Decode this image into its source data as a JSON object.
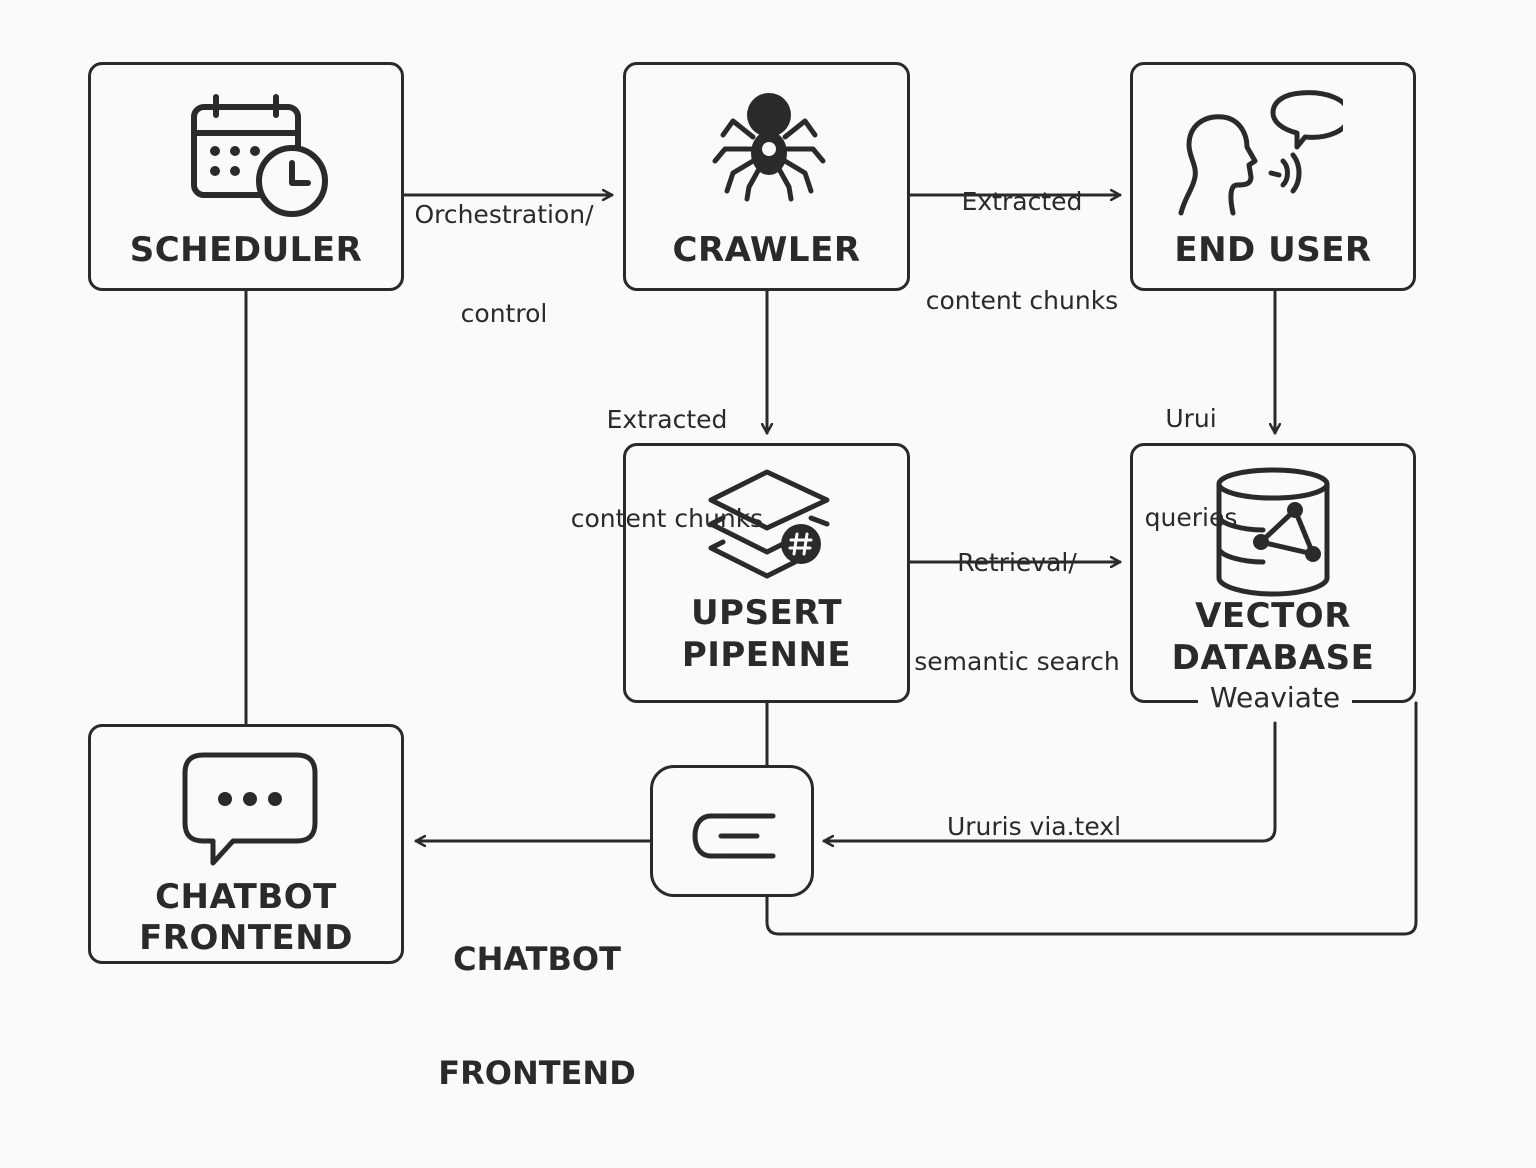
{
  "nodes": {
    "scheduler": {
      "title": "SCHEDULER"
    },
    "crawler": {
      "title": "CRAWLER"
    },
    "end_user": {
      "title": "END USER"
    },
    "upsert": {
      "title_line1": "UPSERT",
      "title_line2": "PIPENNE"
    },
    "vector_db": {
      "title_line1": "VECTOR",
      "title_line2": "DATABASE",
      "subtitle": "Weaviate"
    },
    "chatbot": {
      "title_line1": "CHATBOT",
      "title_line2": "FRONTEND"
    }
  },
  "edges": {
    "scheduler_to_crawler": {
      "line1": "Orchestration/",
      "line2": "control"
    },
    "crawler_to_end_user": {
      "line1": "Extracted",
      "line2": "content chunks"
    },
    "crawler_to_upsert": {
      "line1": "Extracted",
      "line2": "content chunks"
    },
    "end_user_to_vector": {
      "line1": "Urui",
      "line2": "queries"
    },
    "upsert_to_vector": {
      "line1": "Retrieval/",
      "line2": "semantic search"
    },
    "vector_to_middleware": {
      "text": "Ururis via.texl"
    },
    "middleware_to_chatbot": {
      "line1": "CHATBOT",
      "line2": "FRONTEND"
    }
  },
  "icons": {
    "scheduler": "calendar-clock-icon",
    "crawler": "spider-icon",
    "end_user": "speaking-person-icon",
    "upsert": "layers-hash-icon",
    "vector_db": "database-graph-icon",
    "middleware": "text-lines-icon",
    "chatbot": "chat-bubble-icon"
  },
  "colors": {
    "stroke": "#2a2a2a",
    "background": "#fafafa"
  }
}
